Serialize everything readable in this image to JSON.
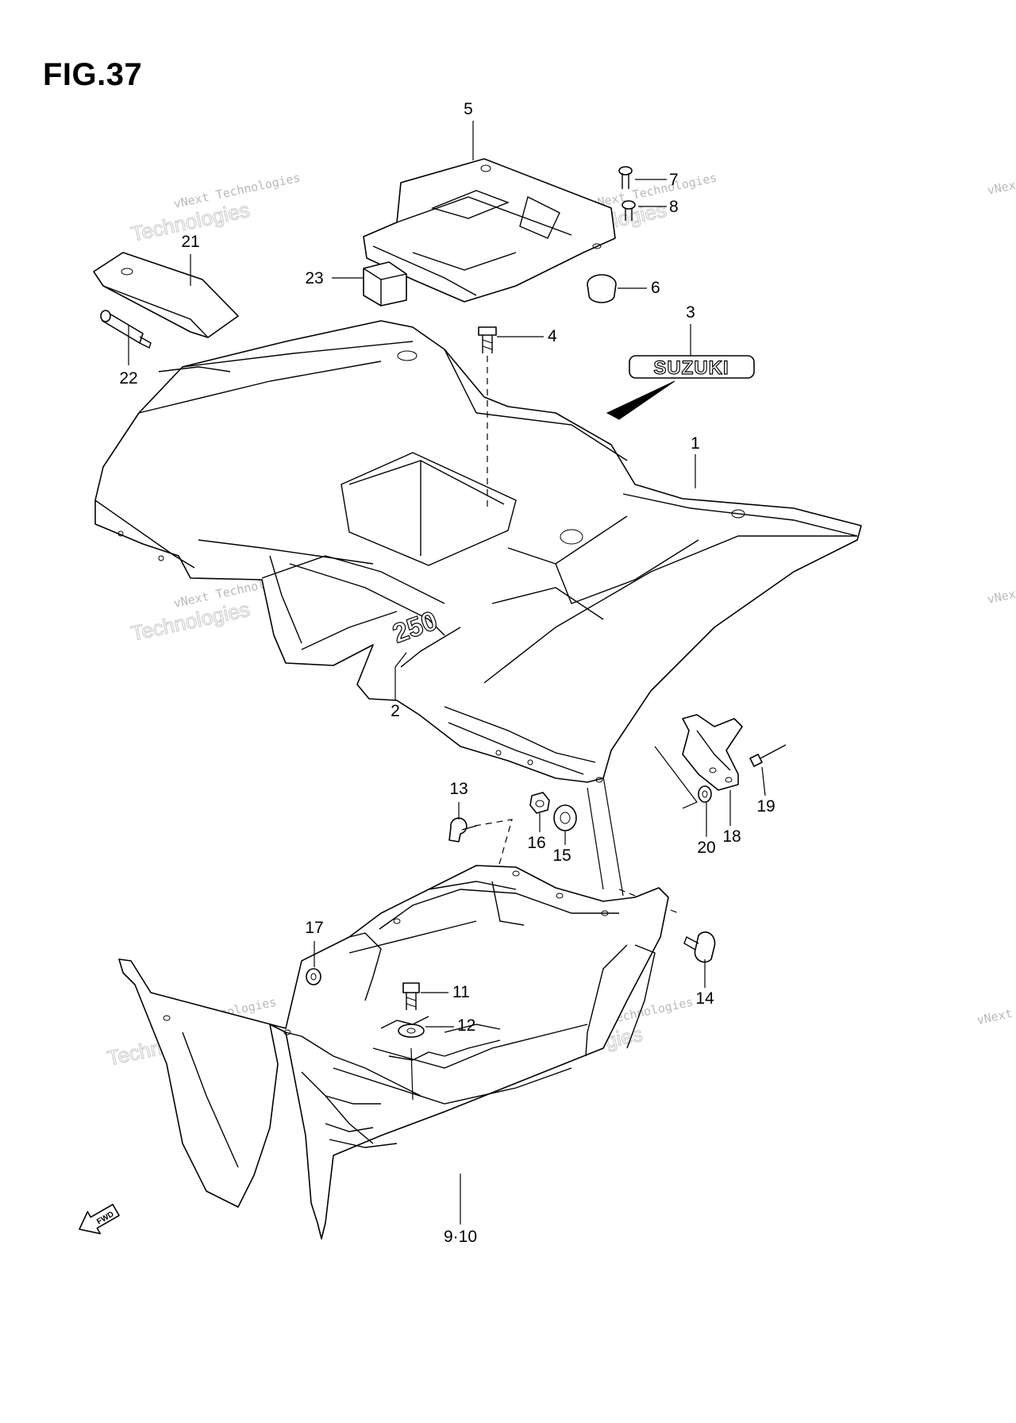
{
  "figure": {
    "title": "FIG.37"
  },
  "watermark": {
    "line1": "vNext Technologies",
    "line2": "Technologies",
    "line3": "vNext"
  },
  "logo_text": "SUZUKI",
  "model_badge": "250",
  "fwd_label": "FWD",
  "callouts": {
    "p1": "1",
    "p2": "2",
    "p3": "3",
    "p4": "4",
    "p5": "5",
    "p6": "6",
    "p7": "7",
    "p8": "8",
    "p9_10": "9·10",
    "p11": "11",
    "p12": "12",
    "p13": "13",
    "p14": "14",
    "p15": "15",
    "p16": "16",
    "p17": "17",
    "p18": "18",
    "p19": "19",
    "p20": "20",
    "p21": "21",
    "p22": "22",
    "p23": "23"
  }
}
